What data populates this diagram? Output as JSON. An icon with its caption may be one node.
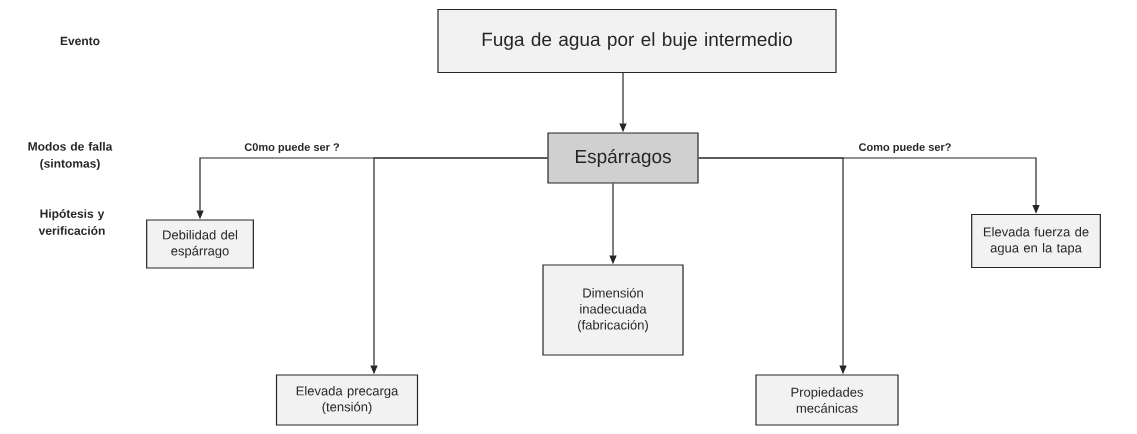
{
  "diagram": {
    "nodes": [
      {
        "text": [
          "Fuga de agua por el buje intermedio"
        ]
      },
      {
        "text": [
          "Espárragos"
        ]
      },
      {
        "text": [
          "Debilidad del espárrago"
        ]
      },
      {
        "text": [
          "Dimensión inadecuada (fabricación)"
        ]
      },
      {
        "text": [
          "Elevada fuerza de agua en la tapa"
        ]
      },
      {
        "text": [
          "Elevada precarga (tensión)"
        ]
      },
      {
        "text": [
          "Propiedades mecánicas"
        ]
      }
    ],
    "edges": [
      {
        "from": 0,
        "to": 1,
        "arrow": "to"
      },
      {
        "from": 1,
        "to": 2,
        "arrow": "to",
        "label": "C0mo puede ser ?"
      },
      {
        "from": 1,
        "to": 5,
        "arrow": "to"
      },
      {
        "from": 1,
        "to": 3,
        "arrow": "to"
      },
      {
        "from": 1,
        "to": 6,
        "arrow": "to"
      },
      {
        "from": 1,
        "to": 4,
        "arrow": "to",
        "label": "Como puede ser?"
      }
    ],
    "labels": [
      "Evento",
      "Modos de falla (sintomas)",
      "Hipótesis y verificación"
    ]
  }
}
